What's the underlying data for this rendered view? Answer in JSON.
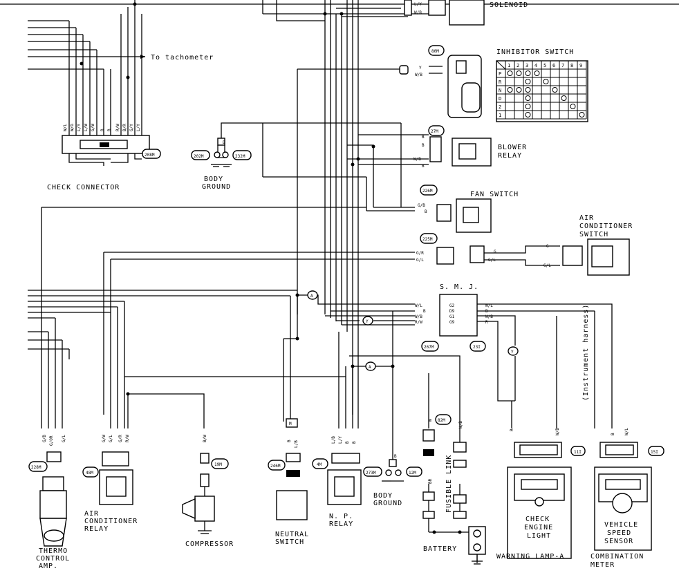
{
  "labels": {
    "solenoid": "SOLENOID",
    "tach": "To tachometer",
    "inhibitor": "INHIBITOR SWITCH",
    "check_connector": "CHECK CONNECTOR",
    "body_ground": [
      "BODY",
      "GROUND"
    ],
    "blower_relay": [
      "BLOWER",
      "RELAY"
    ],
    "fan_switch": "FAN SWITCH",
    "ac_switch": [
      "AIR",
      "CONDITIONER",
      "SWITCH"
    ],
    "smj": "S. M. J.",
    "instrument_harness": "(Instrument harness)",
    "thermo": [
      "THERMO",
      "CONTROL",
      "AMP."
    ],
    "ac_relay": [
      "AIR",
      "CONDITIONER",
      "RELAY"
    ],
    "compressor": "COMPRESSOR",
    "neutral_switch": [
      "NEUTRAL",
      "SWITCH"
    ],
    "np_relay": [
      "N. P.",
      "RELAY"
    ],
    "fusible_link": "FUSIBLE LINK",
    "battery": "BATTERY",
    "check_engine": [
      "CHECK",
      "ENGINE",
      "LIGHT"
    ],
    "warning_lamp": "WARNING LAMP-A",
    "vss": [
      "VEHICLE",
      "SPEED",
      "SENSOR"
    ],
    "combination_meter": [
      "COMBINATION",
      "METER"
    ]
  },
  "connectors": {
    "c80M": "80M",
    "c208M": "208M",
    "c202M": "202M",
    "c232M": "232M",
    "c27M": "27M",
    "c226M": "226M",
    "c225M": "225M",
    "c267M": "267M",
    "c23I": "23I",
    "c228M": "228M",
    "c48M": "48M",
    "c19M": "19M",
    "c246M": "246M",
    "c4M": "4M",
    "c273M": "273M",
    "c12M": "12M",
    "c82M": "82M",
    "c11I": "11I",
    "c15I": "15I"
  },
  "inhibitor_table": {
    "columns": [
      "1",
      "2",
      "3",
      "4",
      "5",
      "6",
      "7",
      "8",
      "9"
    ],
    "rows": [
      "P",
      "R",
      "N",
      "D",
      "2",
      "1"
    ]
  },
  "markers": {
    "A": "A",
    "Y": "Y",
    "M": "M"
  },
  "wires": {
    "solenoid_top": [
      "L/Y",
      "W/B"
    ],
    "r80_1": "Y",
    "r80_2": "W/B",
    "check_conn": [
      "W/L",
      "W/G",
      "L/Y",
      "L/W",
      "G/W",
      "B",
      "B",
      "R/W",
      "B/R",
      "G/Y",
      "L/Y"
    ],
    "ground_b": "B",
    "blower": [
      "B",
      "B",
      "W/B",
      "B"
    ],
    "fan": [
      "G/B",
      "B"
    ],
    "c225": [
      "G/R",
      "G/L"
    ],
    "ac_sw_side": [
      "G",
      "G/L"
    ],
    "ac_sw_upper": [
      "G",
      "G/L"
    ],
    "smj_left": [
      "W/L",
      "B",
      "W/B",
      "R/W"
    ],
    "smj_pins_left": [
      "G2",
      "D9",
      "G1",
      "G9"
    ],
    "smj_right": [
      "W/L",
      "B",
      "W/B",
      "R"
    ],
    "thermo": [
      "G/B",
      "G/OR",
      "G/L"
    ],
    "acrelay": [
      "G/W",
      "G/L",
      "G/R",
      "R/W"
    ],
    "comp": "B/W",
    "neutral": [
      "B",
      "L/B"
    ],
    "np": [
      "L/B",
      "L/Y",
      "B",
      "B"
    ],
    "ground2": "B",
    "fusible": [
      "W",
      "W/B",
      "BR"
    ],
    "warn": [
      "R",
      "W/B"
    ],
    "meter": [
      "B",
      "W/L"
    ]
  }
}
